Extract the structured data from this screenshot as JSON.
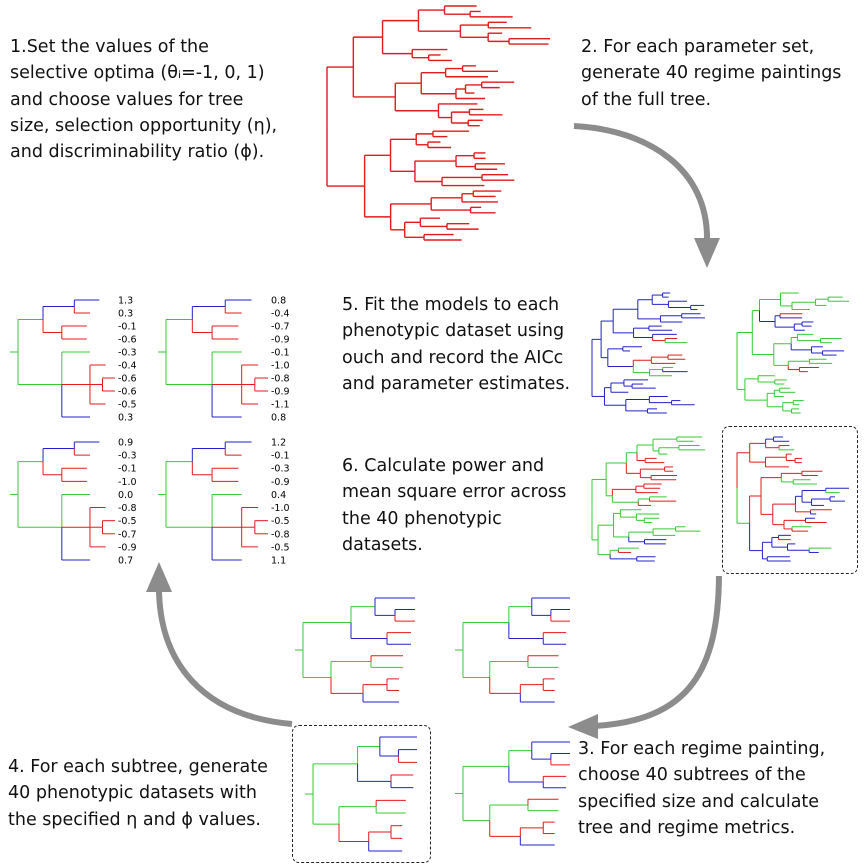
{
  "steps": {
    "s1": [
      "1.Set the values of the",
      "selective optima (θᵢ=-1, 0, 1)",
      "and choose values for tree",
      "size, selection opportunity (η),",
      "and discriminability ratio (ϕ)."
    ],
    "s2": [
      "2. For each parameter set,",
      "generate 40 regime paintings",
      "of the full tree."
    ],
    "s3": [
      "3. For each regime painting,",
      "choose 40 subtrees of the",
      "specified size and calculate",
      "tree and regime metrics."
    ],
    "s4": [
      "4. For each subtree, generate",
      "40 phenotypic datasets with",
      "the specified η and ϕ values."
    ],
    "s5": [
      "5. Fit the models to each",
      "phenotypic dataset using",
      "ouch and record the AICc",
      "and parameter estimates."
    ],
    "s6": [
      "6. Calculate power and",
      "mean square error across",
      "the 40 phenotypic",
      "datasets."
    ]
  },
  "datasets": [
    [
      "1.3",
      "0.3",
      "-0.1",
      "-0.6",
      "-0.3",
      "-0.4",
      "-0.6",
      "-0.6",
      "-0.5",
      "0.3"
    ],
    [
      "0.8",
      "-0.4",
      "-0.7",
      "-0.9",
      "-0.1",
      "-1.0",
      "-0.8",
      "-0.9",
      "-1.1",
      "0.8"
    ],
    [
      "0.9",
      "-0.3",
      "-0.1",
      "-1.0",
      "0.0",
      "-0.8",
      "-0.5",
      "-0.7",
      "-0.9",
      "0.7"
    ],
    [
      "1.2",
      "-0.1",
      "-0.3",
      "-0.9",
      "0.4",
      "-1.0",
      "-0.5",
      "-0.8",
      "-0.5",
      "1.1"
    ]
  ],
  "colors": {
    "regime_red": "#e41a1c",
    "regime_green": "#33cc33",
    "regime_blue": "#2222cc",
    "arrow": "#8c8c8c",
    "text": "#111111"
  }
}
